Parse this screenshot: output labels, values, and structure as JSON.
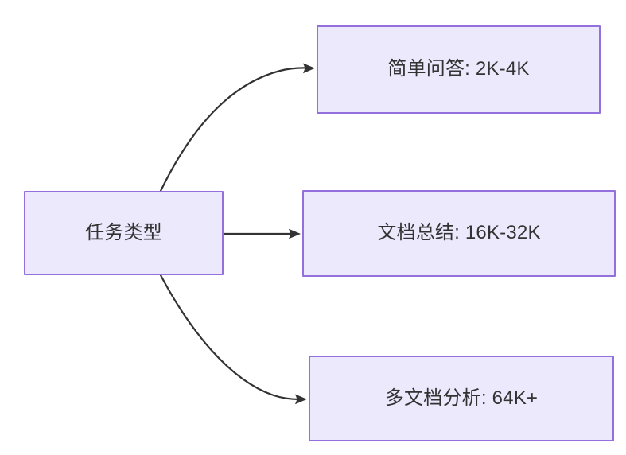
{
  "diagram": {
    "type": "flowchart",
    "orientation": "left-to-right",
    "background_color": "#FFFFFF",
    "node_fill_color": "#ECE9FC",
    "node_border_color": "#9370DB",
    "node_text_color": "#333333",
    "edge_color": "#333333",
    "root": {
      "id": "task-type",
      "label": "任务类型"
    },
    "branches": [
      {
        "id": "simple-qa",
        "label": "简单问答: 2K-4K",
        "task": "简单问答",
        "range": "2K-4K",
        "edge_style": "curved-up"
      },
      {
        "id": "doc-summary",
        "label": "文档总结: 16K-32K",
        "task": "文档总结",
        "range": "16K-32K",
        "edge_style": "straight"
      },
      {
        "id": "multi-doc",
        "label": "多文档分析: 64K+",
        "task": "多文档分析",
        "range": "64K+",
        "edge_style": "curved-down"
      }
    ]
  }
}
